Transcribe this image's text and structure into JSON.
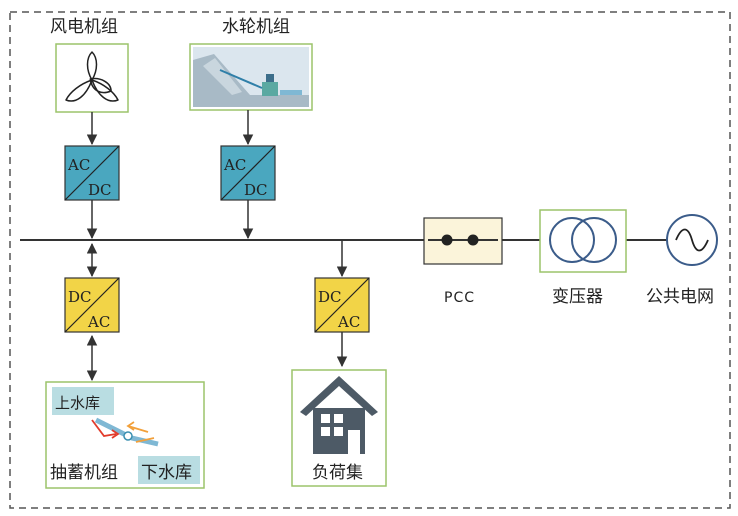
{
  "labels": {
    "wind": "风电机组",
    "hydro": "水轮机组",
    "pcc": "PCC",
    "transformer": "变压器",
    "grid": "公共电网",
    "load": "负荷集",
    "pumped_storage": "抽蓄机组",
    "upper_reservoir": "上水库",
    "lower_reservoir": "下水库"
  },
  "converters": {
    "wind": {
      "top": "AC",
      "bottom": "DC"
    },
    "hydro": {
      "top": "AC",
      "bottom": "DC"
    },
    "storage": {
      "top": "DC",
      "bottom": "AC"
    },
    "load": {
      "top": "DC",
      "bottom": "AC"
    }
  },
  "colors": {
    "rectifier": "#4aa7bf",
    "inverter": "#f2d447",
    "frame_green": "#9cc46a",
    "grid_blue": "#3b5c8a",
    "pcc_fill": "#fbf4da",
    "house": "#4d5a66"
  },
  "icons": {
    "wind": "wind-turbine-icon",
    "hydro": "hydro-dam-icon",
    "pcc": "breaker-icon",
    "transformer": "transformer-icon",
    "grid": "ac-source-icon",
    "load": "house-icon",
    "storage": "pumped-storage-icon"
  }
}
